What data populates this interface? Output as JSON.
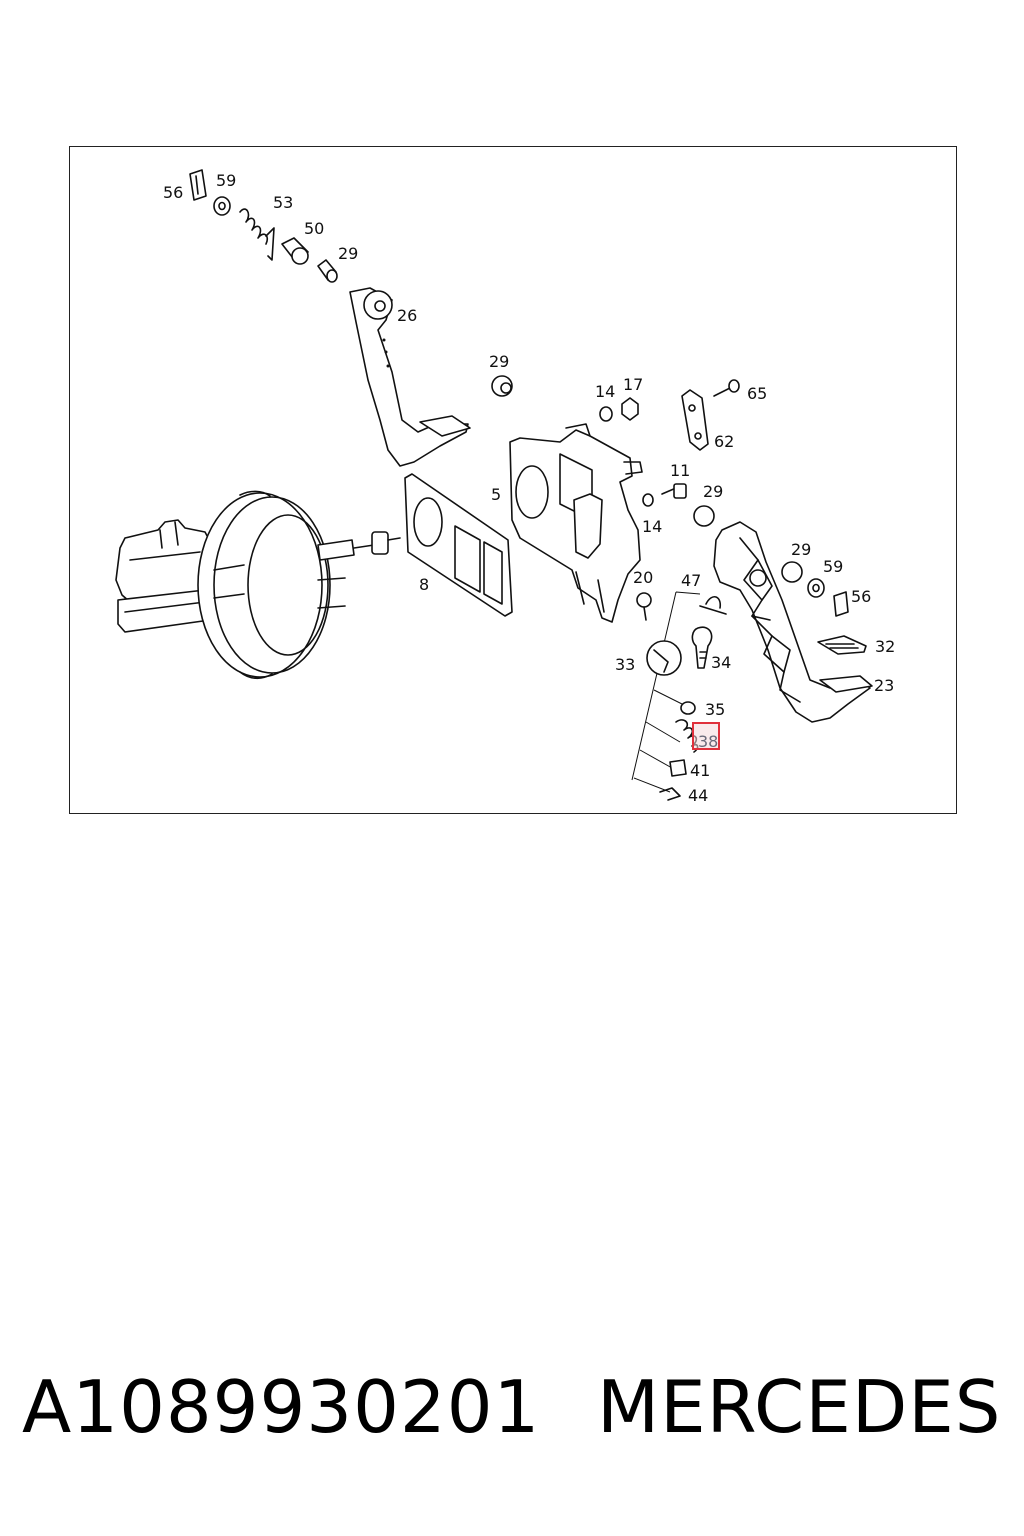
{
  "diagram": {
    "callouts": {
      "c56a": "56",
      "c59a": "59",
      "c53": "53",
      "c50": "50",
      "c29a": "29",
      "c26": "26",
      "c29b": "29",
      "c14a": "14",
      "c17": "17",
      "c65": "65",
      "c62": "62",
      "c5": "5",
      "c8": "8",
      "c11": "11",
      "c14b": "14",
      "c29c": "29",
      "c29d": "29",
      "c59b": "59",
      "c56b": "56",
      "c20": "20",
      "c47": "47",
      "c32": "32",
      "c33": "33",
      "c34": "34",
      "c23": "23",
      "c35": "35",
      "c38": "38",
      "c41": "41",
      "c44": "44"
    },
    "highlighted_callout": "38",
    "highlight_color": "#e0303c"
  },
  "footer": {
    "part_number": "A1089930201",
    "brand": "MERCEDES"
  }
}
